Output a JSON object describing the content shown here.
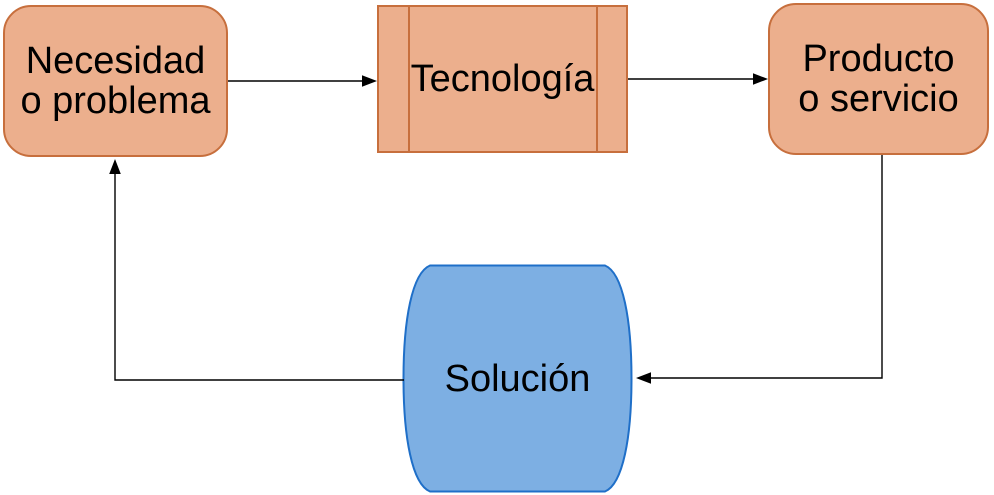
{
  "diagram": {
    "nodes": [
      {
        "id": "necesidad",
        "label": "Necesidad\no problema",
        "shape": "rounded-rectangle",
        "fill": "#ecaf8d",
        "border": "#c76f3d"
      },
      {
        "id": "tecnologia",
        "label": "Tecnología",
        "shape": "predefined-process",
        "fill": "#ecaf8d",
        "border": "#c76f3d"
      },
      {
        "id": "producto",
        "label": "Producto\no servicio",
        "shape": "rounded-rectangle",
        "fill": "#ecaf8d",
        "border": "#c76f3d"
      },
      {
        "id": "solucion",
        "label": "Solución",
        "shape": "barrel",
        "fill": "#7dafe3",
        "border": "#1f6fc8"
      }
    ],
    "edges": [
      {
        "from": "necesidad",
        "to": "tecnologia",
        "direction": "right"
      },
      {
        "from": "tecnologia",
        "to": "producto",
        "direction": "right"
      },
      {
        "from": "producto",
        "to": "solucion",
        "direction": "down-then-left"
      },
      {
        "from": "solucion",
        "to": "necesidad",
        "direction": "left-then-up"
      }
    ],
    "colors": {
      "node_fill_orange": "#ecaf8d",
      "node_border_orange": "#c76f3d",
      "node_fill_blue": "#7dafe3",
      "node_border_blue": "#1f6fc8",
      "arrow": "#000000",
      "text": "#000000",
      "background": "#ffffff"
    }
  }
}
